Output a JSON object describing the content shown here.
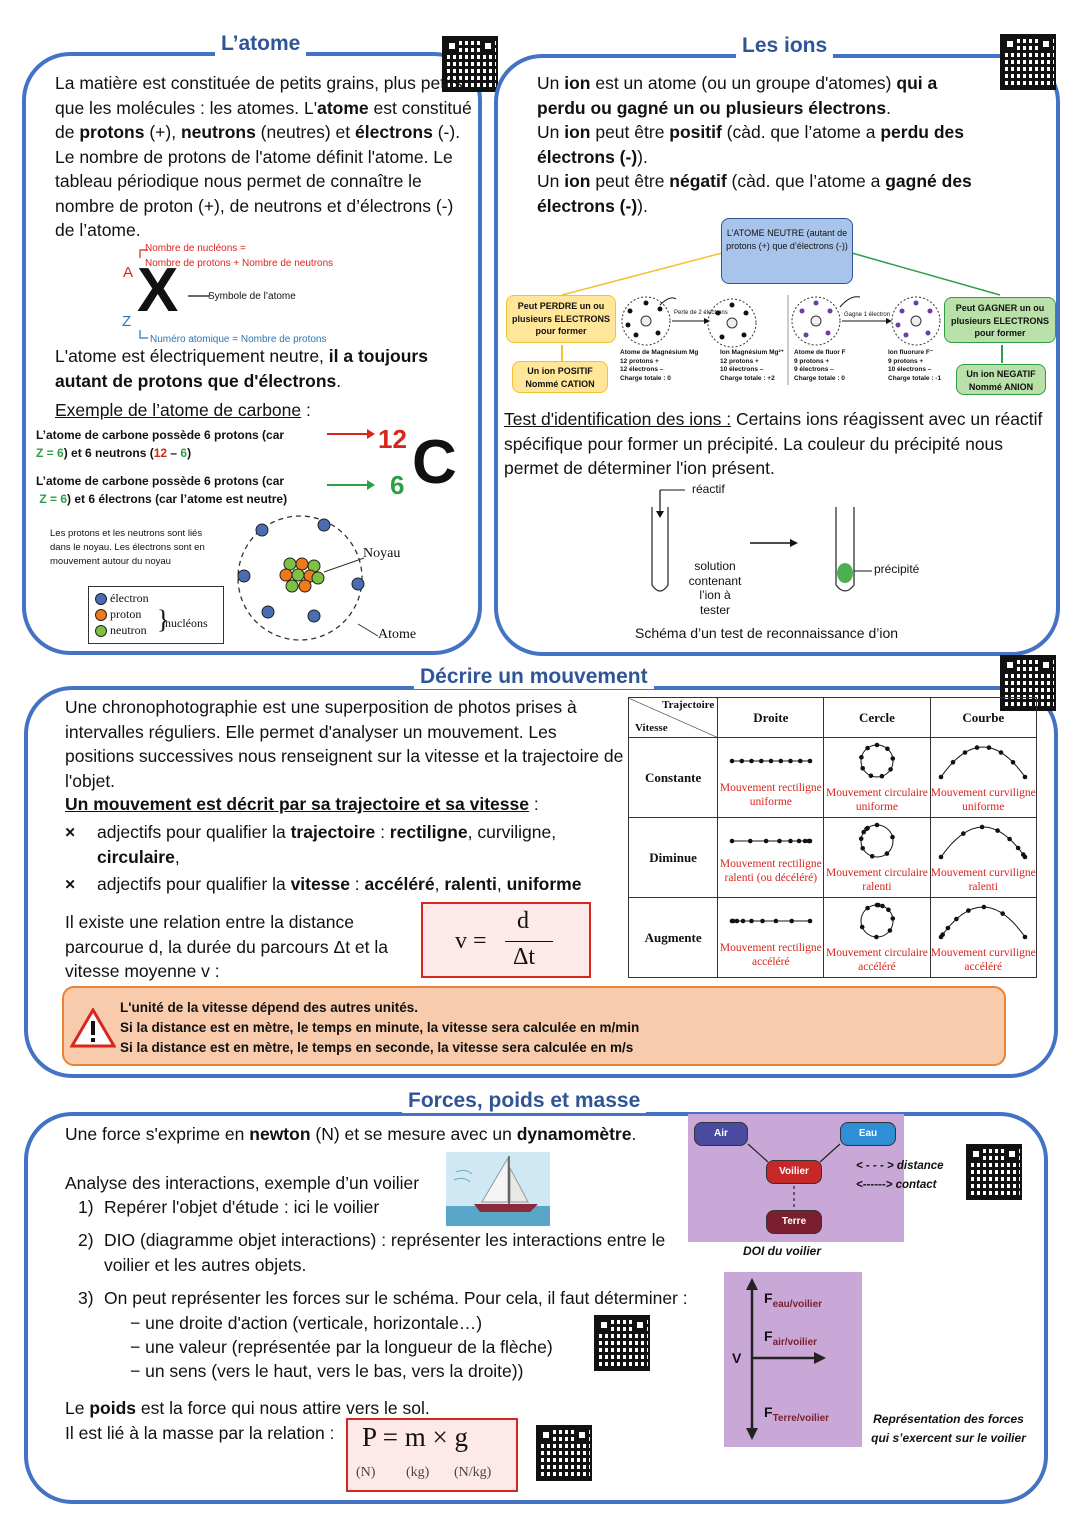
{
  "atome": {
    "title": "L’atome",
    "intro": [
      {
        "t": "La matière est constituée de petits grains, plus petits que les molécules : les atomes. L'",
        "b": false
      },
      {
        "t": "atome",
        "b": true
      },
      {
        "t": " est constitué de ",
        "b": false
      },
      {
        "t": "protons",
        "b": true
      },
      {
        "t": " (+), ",
        "b": false
      },
      {
        "t": "neutrons",
        "b": true
      },
      {
        "t": " (neutres) et ",
        "b": false
      },
      {
        "t": "électrons",
        "b": true
      },
      {
        "t": " (-). Le nombre de protons de l'atome définit l'atome. Le tableau périodique nous permet de connaître le nombre de proton (+), de neutrons et d’électrons (-) de l’atome.",
        "b": false
      }
    ],
    "notation": {
      "symbol": "X",
      "a": "A",
      "z": "Z",
      "a_label_1": "Nombre de nucléons =",
      "a_label_2": "Nombre de protons + Nombre de neutrons",
      "symbol_label": "Symbole de l’atome",
      "z_label": "Numéro atomique = Nombre de protons"
    },
    "neutral": [
      {
        "t": "L'atome est électriquement neutre, ",
        "b": false
      },
      {
        "t": "il a toujours autant de protons que d'électrons",
        "b": true
      },
      {
        "t": ".",
        "b": false
      }
    ],
    "example_title": "Exemple de l’atome de carbone",
    "example_colon": " :",
    "ex1_a": "L’atome de carbone possède 6 protons (car",
    "ex1_z": "Z = 6",
    "ex1_b": ") et 6 neutrons (",
    "ex1_c1": "12",
    "ex1_c2": " – ",
    "ex1_c3": "6",
    "ex1_d": ")",
    "ex2_a": "L’atome de carbone possède 6 protons (car",
    "ex2_z": "Z = 6",
    "ex2_b": ") et 6 électrons (car l’atome est neutre)",
    "carbon_mass": "12",
    "carbon_z": "6",
    "carbon_symbol": "C",
    "nucleus_text": "Les protons et les neutrons sont liés dans le noyau. Les électrons sont en mouvement autour du noyau",
    "legend": {
      "electron": "électron",
      "proton": "proton",
      "neutron": "neutron",
      "nucleons": "nucléons"
    },
    "noyau": "Noyau",
    "atome_label": "Atome"
  },
  "ions": {
    "title": "Les ions",
    "p1": [
      {
        "t": "Un ",
        "b": false
      },
      {
        "t": "ion",
        "b": true
      },
      {
        "t": " est un atome (ou un groupe d'atomes) ",
        "b": false
      },
      {
        "t": "qui a perdu ou gagné un ou plusieurs électrons",
        "b": true
      },
      {
        "t": ".",
        "b": false
      }
    ],
    "p2": [
      {
        "t": "Un ",
        "b": false
      },
      {
        "t": "ion",
        "b": true
      },
      {
        "t": " peut être ",
        "b": false
      },
      {
        "t": "positif",
        "b": true
      },
      {
        "t": " (càd. que l’atome a ",
        "b": false
      },
      {
        "t": "perdu des électrons (-)",
        "b": true
      },
      {
        "t": ").",
        "b": false
      }
    ],
    "p3": [
      {
        "t": "Un ",
        "b": false
      },
      {
        "t": "ion",
        "b": true
      },
      {
        "t": " peut être ",
        "b": false
      },
      {
        "t": "négatif",
        "b": true
      },
      {
        "t": " (càd. que l’atome a ",
        "b": false
      },
      {
        "t": "gagné des électrons (-)",
        "b": true
      },
      {
        "t": ").",
        "b": false
      }
    ],
    "neutre": "L’ATOME NEUTRE (autant de protons (+) que d’électrons (-))",
    "perdre": "Peut PERDRE un ou plusieurs ELECTRONS pour former",
    "gagner": "Peut GAGNER un ou plusieurs ELECTRONS pour former",
    "cation": "Un ion POSITIF Nommé CATION",
    "anion": "Un ion NEGATIF Nommé ANION",
    "perte": "Perte de 2 électrons",
    "gagne": "Gagne 1 électron",
    "mg_atom": "Atome de Magnésium Mg\n12 protons +\n12 électrons –\nCharge totale : 0",
    "mg_ion": "Ion Magnésium Mg²⁺\n12 protons +\n10 électrons –\nCharge totale : +2",
    "f_atom": "Atome de fluor F\n9 protons +\n9 électrons –\nCharge totale : 0",
    "f_ion": "Ion fluorure F⁻\n9 protons +\n10 électrons –\nCharge totale : -1",
    "test_title": "Test d'identification des ions :",
    "test_text": " Certains ions réagissent avec un réactif spécifique pour former un précipité. La couleur du précipité nous permet de déterminer l'ion présent.",
    "reactif": "réactif",
    "solution": "solution contenant l’ion à tester",
    "precipite": "précipité",
    "schema": "Schéma d’un test de reconnaissance d’ion"
  },
  "mouvement": {
    "title": "Décrire un mouvement",
    "intro": "Une chronophotographie est une superposition de photos prises à intervalles réguliers. Elle permet d'analyser un mouvement. Les positions successives nous renseignent sur la vitesse et la trajectoire de l'objet.",
    "decrit": "Un mouvement est décrit par sa trajectoire et sa vitesse",
    "decrit_colon": " :",
    "b1": [
      {
        "t": "adjectifs pour qualifier la ",
        "b": false
      },
      {
        "t": "trajectoire",
        "b": true
      },
      {
        "t": " : ",
        "b": false
      },
      {
        "t": "rectiligne",
        "b": true
      },
      {
        "t": ", curviligne, ",
        "b": false
      },
      {
        "t": "circulaire",
        "b": true
      },
      {
        "t": ",",
        "b": false
      }
    ],
    "b2": [
      {
        "t": "adjectifs pour qualifier la ",
        "b": false
      },
      {
        "t": "vitesse",
        "b": true
      },
      {
        "t": " : ",
        "b": false
      },
      {
        "t": "accéléré",
        "b": true
      },
      {
        "t": ", ",
        "b": false
      },
      {
        "t": "ralenti",
        "b": true
      },
      {
        "t": ", ",
        "b": false
      },
      {
        "t": "uniforme",
        "b": true
      }
    ],
    "bullet": "×",
    "relation": "Il existe une relation entre la distance parcourue d, la durée du parcours Δt et la vitesse moyenne v :",
    "formula_v": "v =",
    "formula_num": "d",
    "formula_den": "Δt",
    "table": {
      "corner_top": "Trajectoire",
      "corner_bottom": "Vitesse",
      "cols": [
        "Droite",
        "Cercle",
        "Courbe"
      ],
      "rows": [
        {
          "label": "Constante",
          "cells": [
            "Mouvement rectiligne uniforme",
            "Mouvement circulaire uniforme",
            "Mouvement curviligne uniforme"
          ]
        },
        {
          "label": "Diminue",
          "cells": [
            "Mouvement rectiligne ralenti (ou décéléré)",
            "Mouvement circulaire ralenti",
            "Mouvement curviligne ralenti"
          ]
        },
        {
          "label": "Augmente",
          "cells": [
            "Mouvement rectiligne accéléré",
            "Mouvement circulaire accéléré",
            "Mouvement curviligne accéléré"
          ]
        }
      ]
    },
    "warn1": "L'unité de la vitesse dépend des autres unités.",
    "warn2": "Si la distance est en mètre, le temps en minute, la vitesse sera calculée en m/min",
    "warn3": "Si la distance est en mètre, le temps en seconde, la vitesse sera calculée en m/s"
  },
  "forces": {
    "title": "Forces, poids et masse",
    "p1": [
      {
        "t": "Une force s'exprime en ",
        "b": false
      },
      {
        "t": "newton",
        "b": true
      },
      {
        "t": " (N) et se mesure avec un ",
        "b": false
      },
      {
        "t": "dynamomètre",
        "b": true
      },
      {
        "t": ".",
        "b": false
      }
    ],
    "analyse": "Analyse des interactions, exemple d’un voilier",
    "s1_num": "1)",
    "s1": "Repérer l'objet d'étude : ici le voilier",
    "s2_num": "2)",
    "s2": "DIO (diagramme objet interactions) : représenter les interactions entre le voilier et les autres objets.",
    "s3_num": "3)",
    "s3": "On peut représenter les forces sur le schéma. Pour cela, il faut déterminer :",
    "d1": "− une droite d'action (verticale, horizontale…)",
    "d2": "− une valeur (représentée par la longueur de la flèche)",
    "d3": "− un sens (vers le haut, vers le bas, vers la droite))",
    "poids": [
      {
        "t": "Le ",
        "b": false
      },
      {
        "t": "poids",
        "b": true
      },
      {
        "t": " est la force qui nous attire vers le sol.",
        "b": false
      }
    ],
    "masse": "Il est lié à la masse par la relation :",
    "formula": "P = m × g",
    "u1": "(N)",
    "u2": "(kg)",
    "u3": "(N/kg)",
    "doi": {
      "air": "Air",
      "eau": "Eau",
      "voilier": "Voilier",
      "terre": "Terre",
      "distance": "< - - - > distance",
      "contact": "<------> contact",
      "caption": "DOI du voilier"
    },
    "forces_diagram": {
      "v": "V",
      "f1": "F",
      "f1s": "eau/voilier",
      "f2": "F",
      "f2s": "air/voilier",
      "f3": "F",
      "f3s": "Terre/voilier"
    },
    "forces_caption": "Représentation des forces qui s’exercent sur le voilier"
  }
}
